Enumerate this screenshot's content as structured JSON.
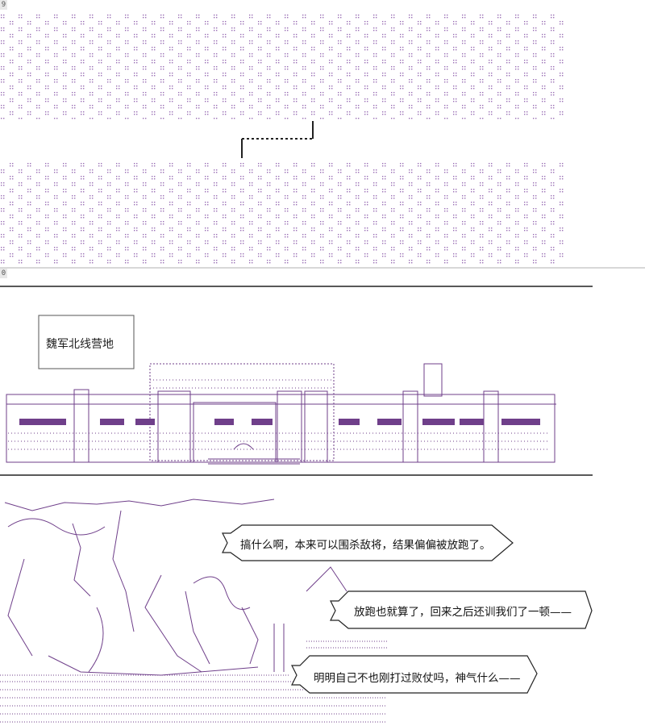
{
  "panels": [
    {
      "page_number": "9"
    },
    {
      "page_number": "0"
    }
  ],
  "location_label": "魏军北线营地",
  "dialogues": [
    {
      "text": "搞什么啊，本来可以围杀敌将，结果偏偏被放跑了。"
    },
    {
      "text": "放跑也就算了，回来之后还训我们了一顿——"
    },
    {
      "text": "明明自己不也刚打过败仗吗，神气什么——"
    }
  ],
  "colors": {
    "art": "#6f3f8a",
    "ink": "#222222",
    "panel_bg": "#ffffff",
    "divider": "#d8d8d8"
  }
}
